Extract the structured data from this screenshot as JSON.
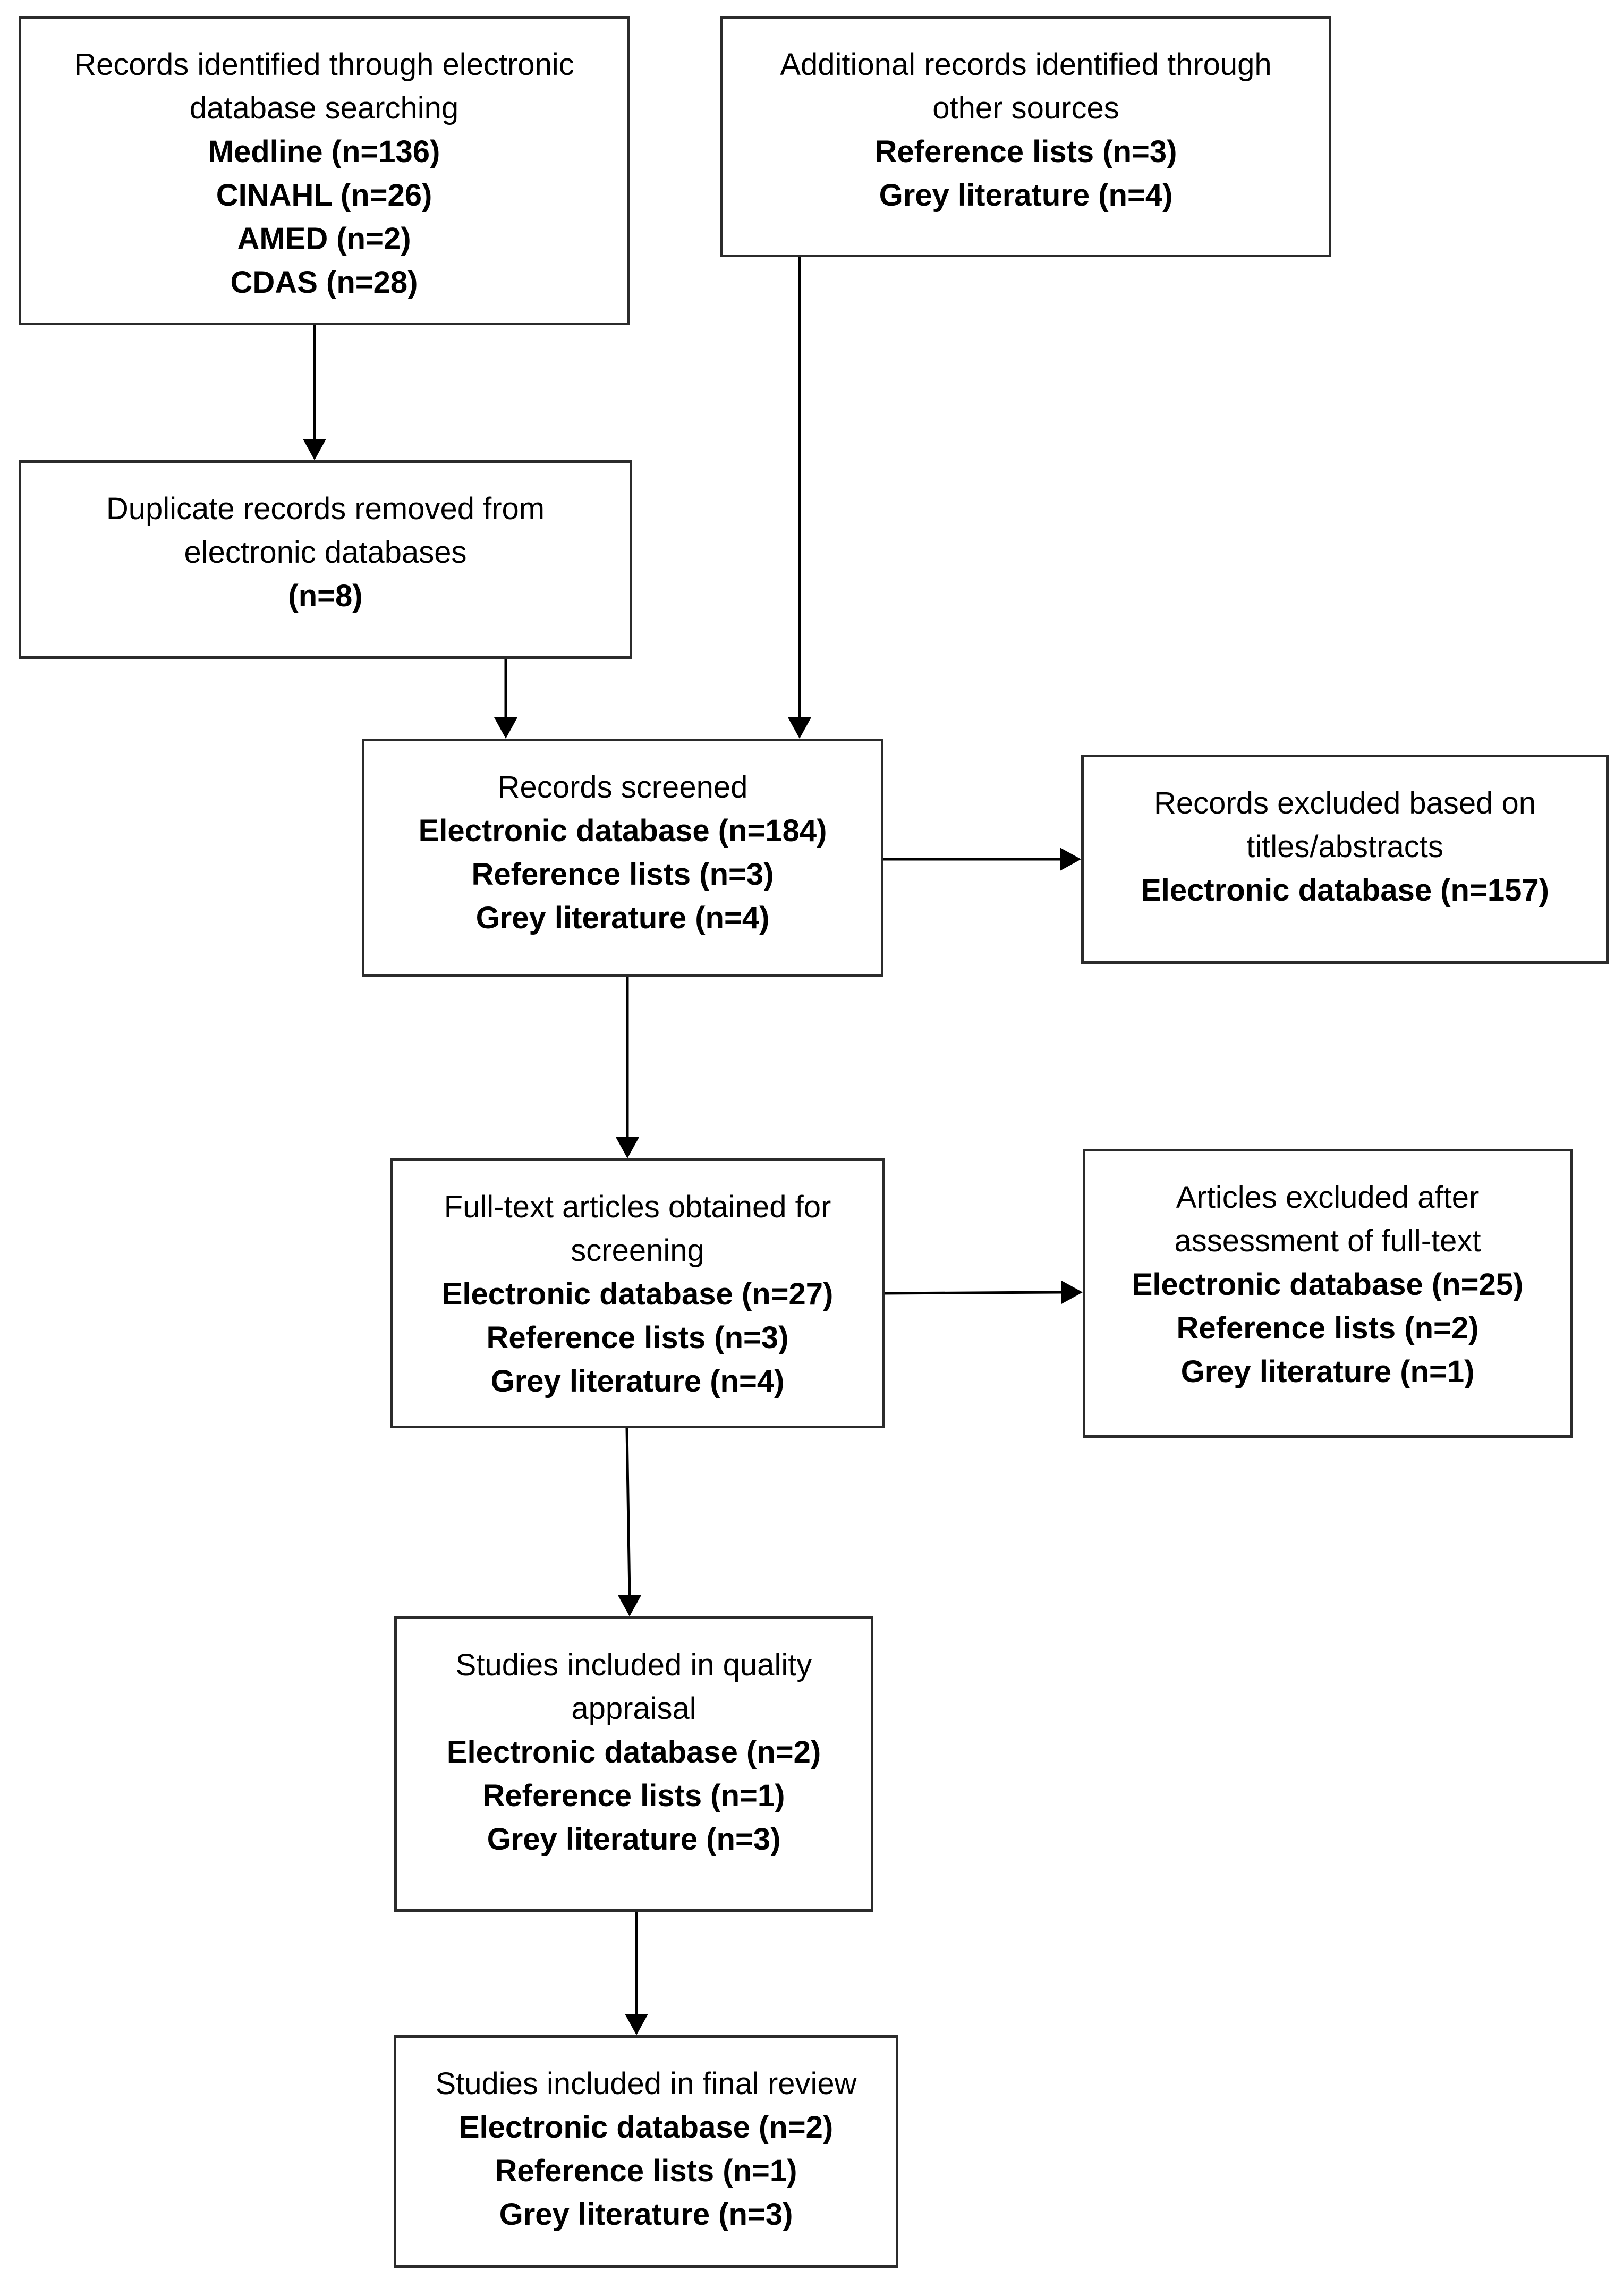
{
  "boxes": {
    "identified_db": {
      "heading": [
        "Records identified through electronic",
        "database searching"
      ],
      "items": [
        "Medline (n=136)",
        "CINAHL (n=26)",
        "AMED (n=2)",
        "CDAS (n=28)"
      ]
    },
    "identified_other": {
      "heading": [
        "Additional records identified through",
        "other sources"
      ],
      "items": [
        "Reference lists (n=3)",
        "Grey literature (n=4)"
      ]
    },
    "duplicates": {
      "heading": [
        "Duplicate records removed from",
        "electronic databases"
      ],
      "items": [
        "(n=8)"
      ]
    },
    "screened": {
      "heading": [
        "Records screened"
      ],
      "items": [
        "Electronic database (n=184)",
        "Reference lists (n=3)",
        "Grey literature (n=4)"
      ]
    },
    "excluded_titles": {
      "heading": [
        "Records excluded based on",
        "titles/abstracts"
      ],
      "items": [
        "Electronic database (n=157)"
      ]
    },
    "fulltext": {
      "heading": [
        "Full-text articles obtained for",
        "screening"
      ],
      "items": [
        "Electronic database (n=27)",
        "Reference lists (n=3)",
        "Grey literature (n=4)"
      ]
    },
    "excluded_fulltext": {
      "heading": [
        "Articles excluded after",
        "assessment of full-text"
      ],
      "items": [
        "Electronic database (n=25)",
        "Reference lists (n=2)",
        "Grey literature (n=1)"
      ]
    },
    "quality": {
      "heading": [
        "Studies included in quality",
        "appraisal"
      ],
      "items": [
        "Electronic database (n=2)",
        "Reference lists (n=1)",
        "Grey literature (n=3)"
      ]
    },
    "final": {
      "heading": [
        "Studies included in final review"
      ],
      "items": [
        "Electronic database (n=2)",
        "Reference lists (n=1)",
        "Grey literature (n=3)"
      ]
    }
  },
  "colors": {
    "stroke": "#2b2b2b",
    "text": "#000000",
    "background": "#ffffff"
  }
}
